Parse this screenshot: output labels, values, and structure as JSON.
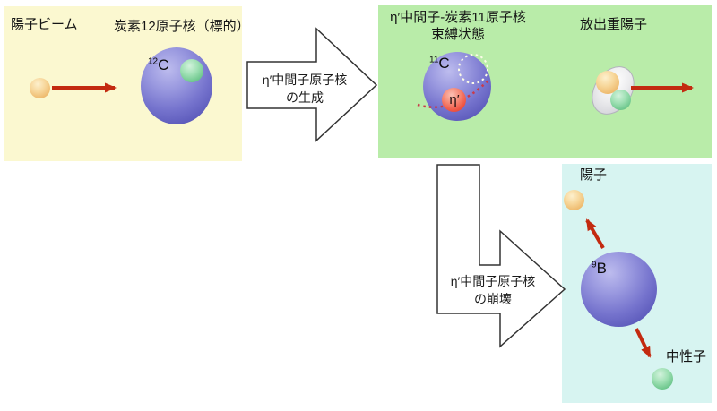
{
  "stage1": {
    "beam_label": "陽子ビーム",
    "target_label": "炭素12原子核（標的）",
    "nucleus_mass": "12",
    "nucleus_element": "C"
  },
  "production_arrow": {
    "line1": "η′中間子原子核",
    "line2": "の生成"
  },
  "stage2": {
    "title_line1": "η′中間子-炭素11原子核",
    "title_line2": "束縛状態",
    "nucleus_mass": "11",
    "nucleus_element": "C",
    "eta_label": "η′",
    "deuteron_label": "放出重陽子"
  },
  "decay_arrow": {
    "line1": "η′中間子原子核",
    "line2": "の崩壊"
  },
  "stage3": {
    "proton_label": "陽子",
    "nucleus_mass": "9",
    "nucleus_element": "B",
    "neutron_label": "中性子"
  },
  "colors": {
    "stage1_bg": "#fbf8d0",
    "stage2_bg": "#b9eca9",
    "stage3_bg": "#d7f4f1",
    "arrow_red": "#c32a10",
    "nucleus_blue": "#7573cd",
    "proton_orange": "#efbd72",
    "neutron_green": "#6cc68c",
    "eta_red": "#ef5544",
    "orbit_dotted": "#fcfce8",
    "trajectory_dotted": "#c93a4a"
  }
}
